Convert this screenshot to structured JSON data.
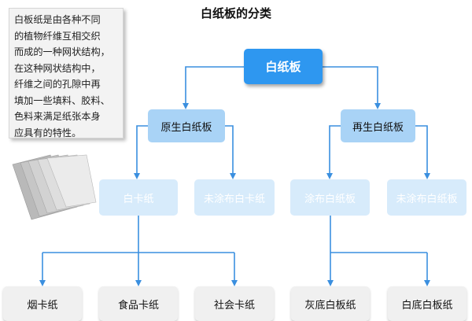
{
  "title": "白纸板的分类",
  "description": "白板纸是由各种不同\n的植物纤维互相交织\n而成的一种网状结构，\n在这种网状结构中，\n纤维之间的孔隙中再\n填加一些填料、胶料、\n色料来满足纸张本身\n应具有的特性。",
  "tree": {
    "root": "白纸板",
    "level2": [
      "原生白纸板",
      "再生白纸板"
    ],
    "level3": [
      "白卡纸",
      "未涂布白卡纸",
      "涂布白纸板",
      "未涂布白纸板"
    ],
    "level4": [
      "烟卡纸",
      "食品卡纸",
      "社会卡纸",
      "灰底白板纸",
      "白底白板纸"
    ]
  },
  "colors": {
    "root": "#2e97f0",
    "level2": "#a9d3f6",
    "level3": "#d7ebfb",
    "leaf": "#f0f0f0",
    "connector": "#3a8fdf"
  },
  "illustration": "stacked-paper-sheets"
}
